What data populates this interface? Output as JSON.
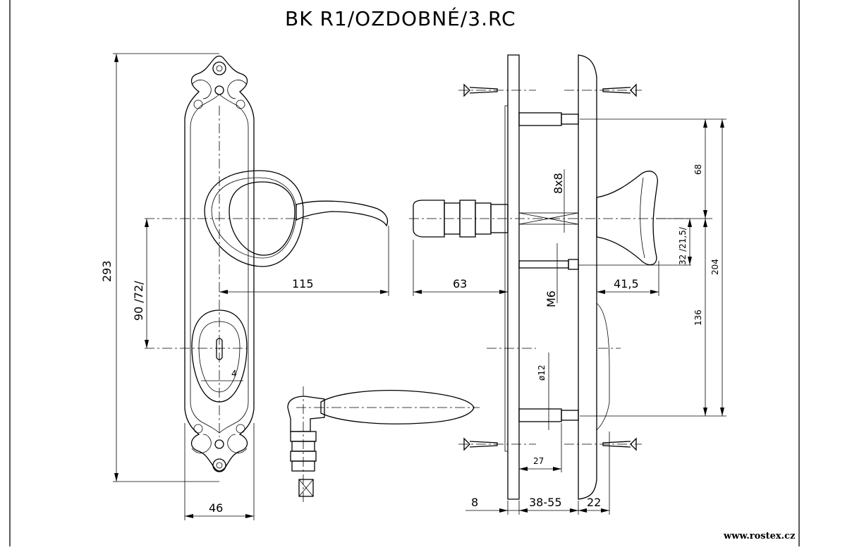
{
  "title": "BK R1/OZDOBNÉ/3.RC",
  "website": "www.rostex.cz",
  "dimensions": {
    "total_height": "293",
    "spacing": "90 /72/",
    "handle_length": "115",
    "plate_width": "46",
    "slot": "4",
    "projection_outer": "63",
    "square": "8x8",
    "thread": "M6",
    "knob_projection": "41,5",
    "d68": "68",
    "d32": "32 /21,5/",
    "d204": "204",
    "d136": "136",
    "diameter": "ø12",
    "d27": "27",
    "d8": "8",
    "door": "38-55",
    "d22": "22"
  }
}
